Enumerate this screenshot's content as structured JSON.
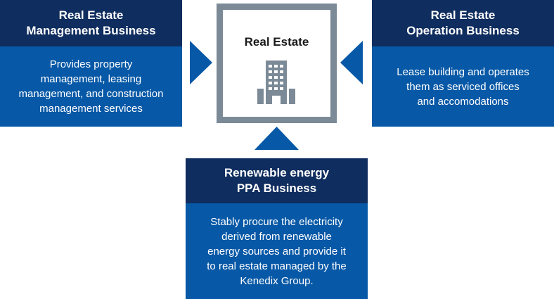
{
  "colors": {
    "header_bg": "#0f2d5e",
    "body_bg": "#0758a6",
    "arrow": "#0758a6",
    "center_border": "#7b8a96",
    "icon": "#7b8a96"
  },
  "center": {
    "title": "Real Estate",
    "icon": "office-building-icon"
  },
  "left_box": {
    "title_line1": "Real Estate",
    "title_line2": "Management Business",
    "desc_lines": [
      "Provides property",
      "management, leasing",
      "management, and construction",
      "management services"
    ]
  },
  "right_box": {
    "title_line1": "Real Estate",
    "title_line2": "Operation Business",
    "desc_lines": [
      "Lease building and operates",
      "them as serviced offices",
      "and accomodations"
    ]
  },
  "bottom_box": {
    "title_line1": "Renewable energy",
    "title_line2": "PPA Business",
    "desc_lines": [
      "Stably procure the electricity",
      "derived from renewable",
      "energy sources and provide it",
      "to real estate managed by the",
      "Kenedix Group."
    ]
  }
}
